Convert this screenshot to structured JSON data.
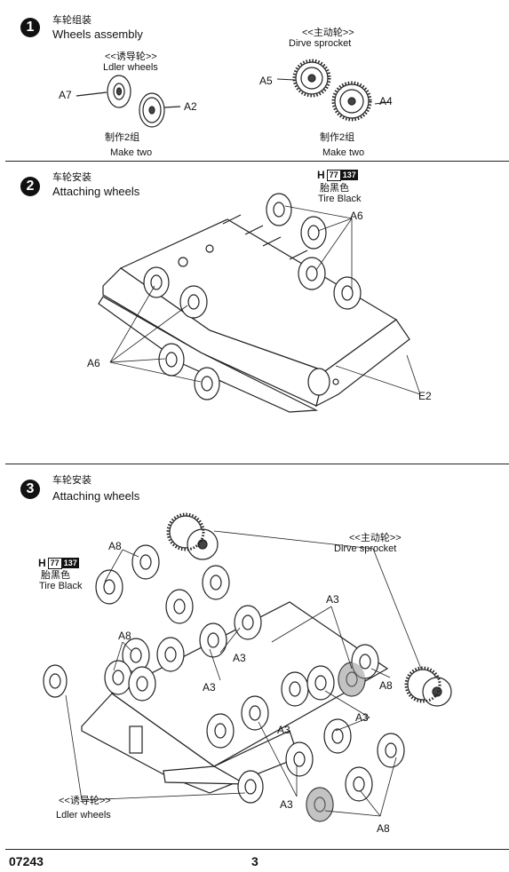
{
  "steps": [
    {
      "number": "1",
      "title_zh": "车轮组装",
      "title_en": "Wheels assembly",
      "idler_zh": "<<诱导轮>>",
      "idler_en": "Ldler wheels",
      "sprocket_zh": "<<主动轮>>",
      "sprocket_en": "Dirve sprocket",
      "parts": [
        "A7",
        "A2",
        "A5",
        "A4"
      ],
      "make_zh": "制作2组",
      "make_en": "Make two"
    },
    {
      "number": "2",
      "title_zh": "车轮安装",
      "title_en": "Attaching wheels",
      "paint_letter": "H",
      "paint_code1": "77",
      "paint_code2": "137",
      "paint_zh": "胎黑色",
      "paint_en": "Tire Black",
      "parts": [
        "A6",
        "A6",
        "E2"
      ]
    },
    {
      "number": "3",
      "title_zh": "车轮安装",
      "title_en": "Attaching wheels",
      "paint_letter": "H",
      "paint_code1": "77",
      "paint_code2": "137",
      "paint_zh": "胎黑色",
      "paint_en": "Tire Black",
      "sprocket_zh": "<<主动轮>>",
      "sprocket_en": "Dirve sprocket",
      "idler_zh": "<<诱导轮>>",
      "idler_en": "Ldler wheels",
      "parts": [
        "A8",
        "A3",
        "A8",
        "A3",
        "A3",
        "A3",
        "A8",
        "A3",
        "A3",
        "A8"
      ]
    }
  ],
  "footer": {
    "code": "07243",
    "page": "3"
  }
}
